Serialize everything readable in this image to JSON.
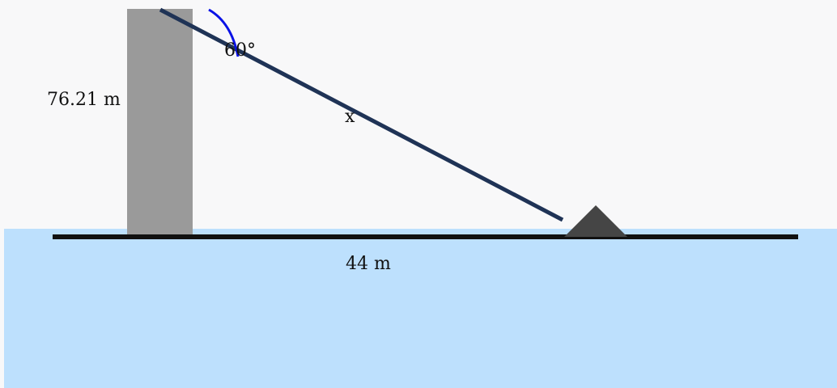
{
  "labels": {
    "height": "76.21 m",
    "angle": "60°",
    "hypotenuse": "x",
    "base": "44 m"
  },
  "colors": {
    "background": "#f8f8f9",
    "water": "#bde0fd",
    "tower": "#9a9a9a",
    "ground_line": "#111111",
    "cable": "#1f3356",
    "angle_arc": "#0a12e6",
    "ship": "#454545"
  }
}
